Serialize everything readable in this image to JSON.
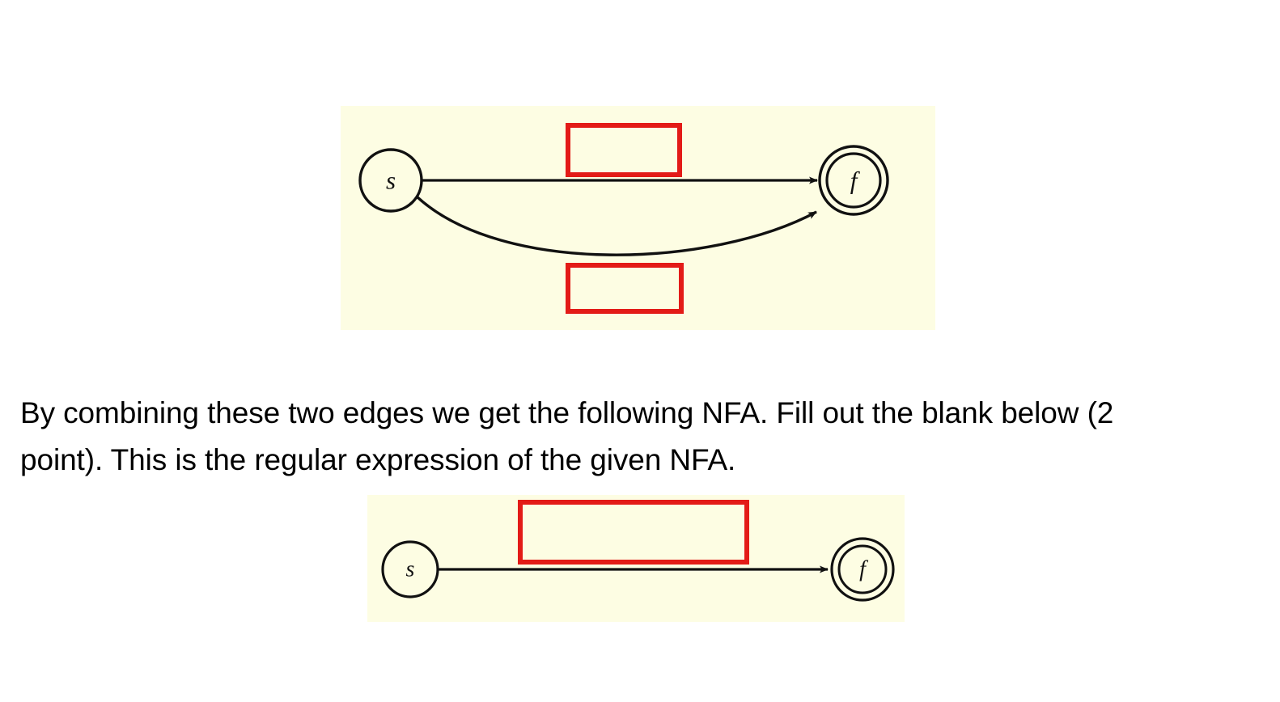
{
  "document": {
    "background_color": "#ffffff",
    "panel_color": "#fdfde3",
    "blank_border_color": "#e31b17",
    "ink_color": "#000000"
  },
  "body_text": {
    "line1": "By combining these two edges we get the following NFA. Fill out the blank below (2",
    "line2": "point). This is the regular expression of the given NFA.",
    "full": "By combining these two edges we get the following NFA. Fill out the blank below (2 point). This is the regular expression of the given NFA."
  },
  "diagrams": [
    {
      "id": "two-edges",
      "caption": "",
      "states": [
        {
          "name": "s",
          "label": "s",
          "role": "start",
          "accepting": false
        },
        {
          "name": "f",
          "label": "f",
          "role": "final",
          "accepting": true
        }
      ],
      "edges": [
        {
          "from": "s",
          "to": "f",
          "shape": "straight",
          "label": "",
          "label_blank": true
        },
        {
          "from": "s",
          "to": "f",
          "shape": "curved-below",
          "label": "",
          "label_blank": true
        }
      ],
      "blanks": [
        {
          "name": "blank-top-edge",
          "value": ""
        },
        {
          "name": "blank-bottom-edge",
          "value": ""
        }
      ]
    },
    {
      "id": "combined",
      "caption": "",
      "states": [
        {
          "name": "s",
          "label": "s",
          "role": "start",
          "accepting": false
        },
        {
          "name": "f",
          "label": "f",
          "role": "final",
          "accepting": true
        }
      ],
      "edges": [
        {
          "from": "s",
          "to": "f",
          "shape": "straight",
          "label": "",
          "label_blank": true
        }
      ],
      "blanks": [
        {
          "name": "blank-combined-edge",
          "value": ""
        }
      ]
    }
  ]
}
